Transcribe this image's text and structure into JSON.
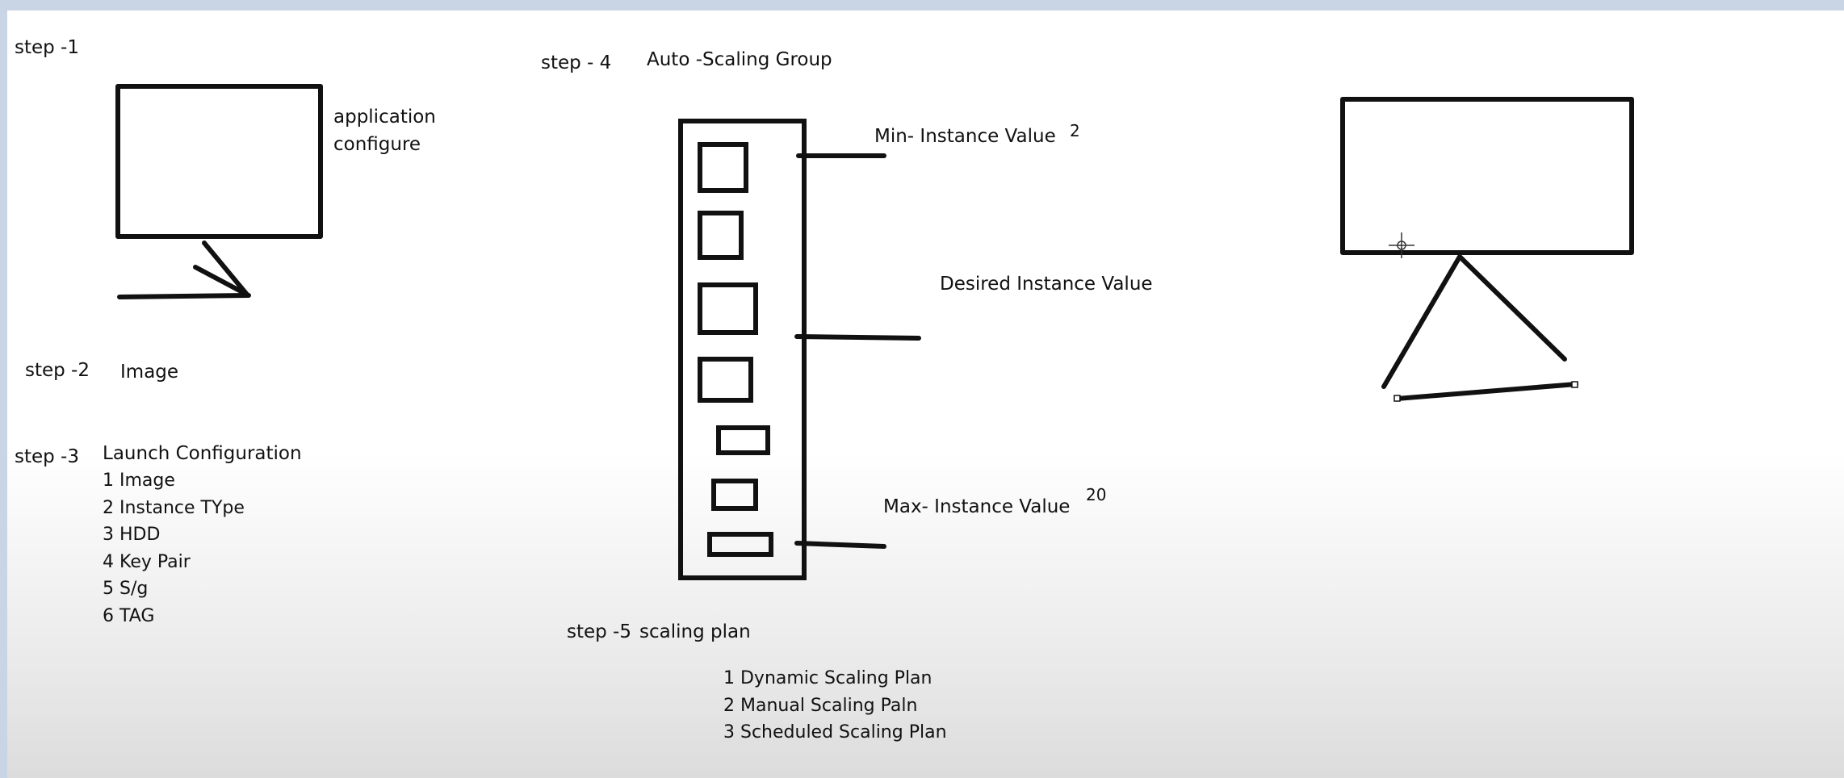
{
  "steps": {
    "step1": {
      "label": "step -1",
      "note_line1": "application",
      "note_line2": "configure"
    },
    "step2": {
      "label": "step -2",
      "title": "Image"
    },
    "step3": {
      "label": "step -3",
      "title": "Launch Configuration",
      "items": [
        "1 Image",
        "2 Instance TYpe",
        "3 HDD",
        "4 Key Pair",
        "5 S/g",
        "6 TAG"
      ]
    },
    "step4": {
      "label": "step - 4",
      "title": "Auto -Scaling Group",
      "min_label": "Min- Instance Value",
      "min_value": "2",
      "desired_label": "Desired Instance Value",
      "max_label": "Max- Instance Value",
      "max_value": "20"
    },
    "step5": {
      "label": "step -5",
      "title": "scaling plan",
      "items": [
        "1 Dynamic Scaling Plan",
        "2 Manual Scaling Paln",
        "3 Scheduled Scaling Plan"
      ]
    }
  },
  "colors": {
    "frame": "#c9d5e4",
    "ink": "#111111"
  }
}
